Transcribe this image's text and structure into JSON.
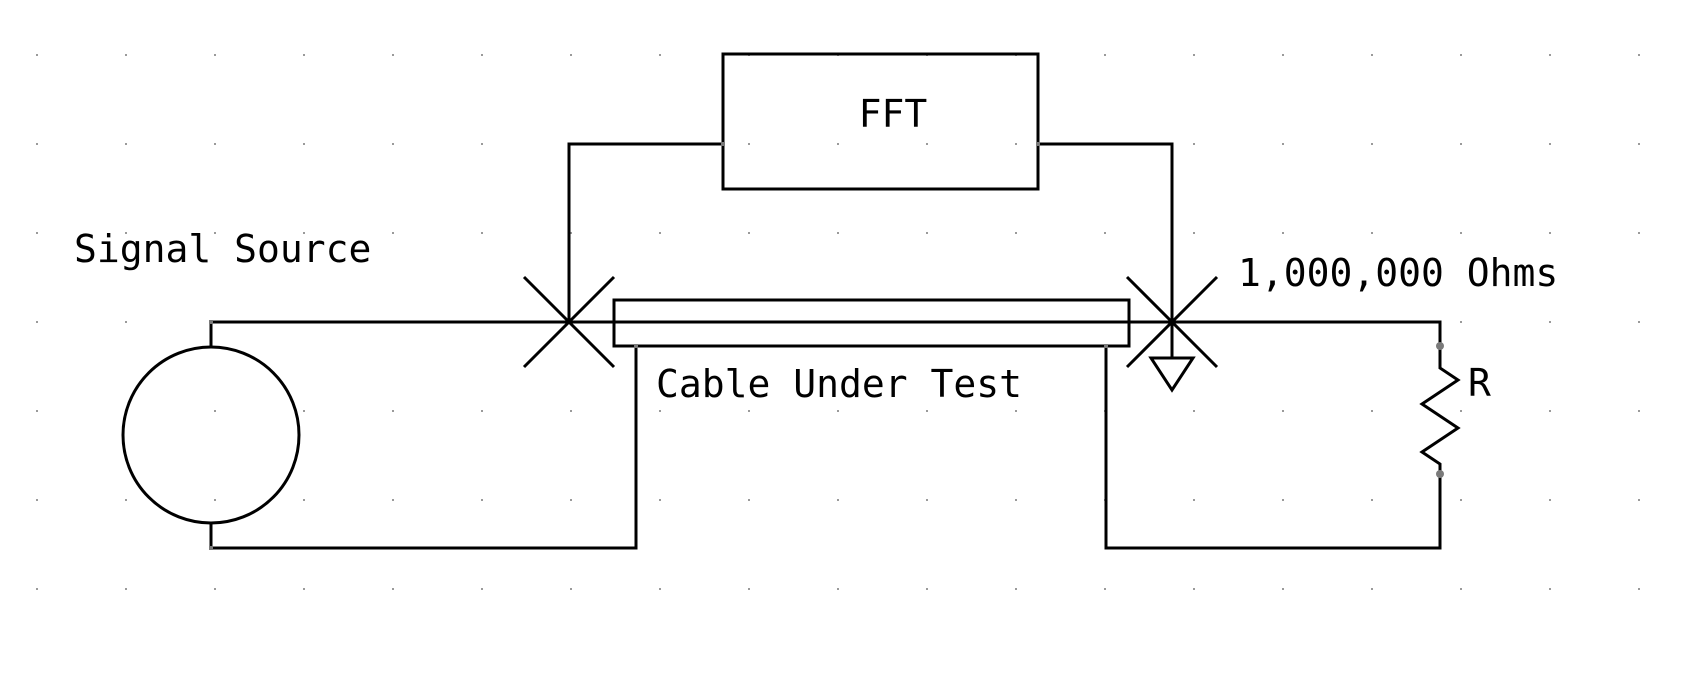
{
  "labels": {
    "fft": "FFT",
    "signal_source": "Signal Source",
    "cable_under_test": "Cable Under Test",
    "resistance": "1,000,000 Ohms",
    "resistor_ref": "R"
  },
  "colors": {
    "line": "#000000",
    "grid": "#9a9a9a",
    "background": "#ffffff"
  },
  "icons": {
    "ground": "ground-icon",
    "resistor": "resistor-icon",
    "source": "ac-source-icon",
    "probe": "probe-cross-icon"
  }
}
